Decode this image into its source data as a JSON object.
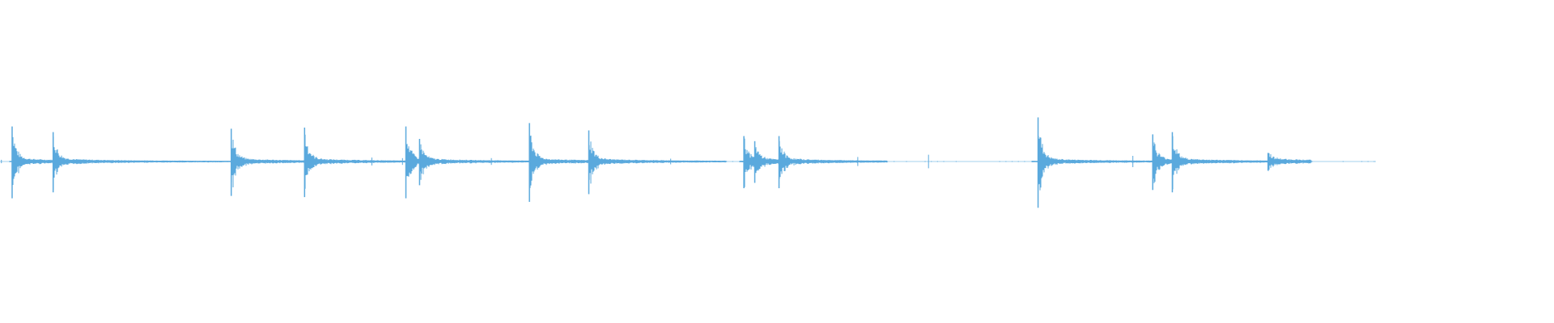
{
  "colors": {
    "background": "#ffffff",
    "wave": "#5aa9dd"
  },
  "waveform": {
    "amplitude_range": [
      -1,
      1
    ],
    "duration_fraction_end": 0.885,
    "transients": [
      {
        "t": 0.0078,
        "amp": 0.62
      },
      {
        "t": 0.0342,
        "amp": 0.52
      },
      {
        "t": 0.1488,
        "amp": 0.58
      },
      {
        "t": 0.196,
        "amp": 0.6
      },
      {
        "t": 0.2612,
        "amp": 0.62
      },
      {
        "t": 0.27,
        "amp": 0.4
      },
      {
        "t": 0.3407,
        "amp": 0.68
      },
      {
        "t": 0.3789,
        "amp": 0.55
      },
      {
        "t": 0.4787,
        "amp": 0.45
      },
      {
        "t": 0.4857,
        "amp": 0.36
      },
      {
        "t": 0.5013,
        "amp": 0.45
      },
      {
        "t": 0.668,
        "amp": 0.78
      },
      {
        "t": 0.7418,
        "amp": 0.48
      },
      {
        "t": 0.7544,
        "amp": 0.52
      },
      {
        "t": 0.816,
        "amp": 0.15
      }
    ],
    "minor_blips": [
      {
        "t": 0.0009,
        "amp": 0.03
      },
      {
        "t": 0.2393,
        "amp": 0.07
      },
      {
        "t": 0.259,
        "amp": 0.06
      },
      {
        "t": 0.3162,
        "amp": 0.06
      },
      {
        "t": 0.4316,
        "amp": 0.05
      },
      {
        "t": 0.515,
        "amp": 0.05
      },
      {
        "t": 0.552,
        "amp": 0.08
      },
      {
        "t": 0.5975,
        "amp": 0.12
      },
      {
        "t": 0.729,
        "amp": 0.1
      }
    ],
    "gaps": [
      [
        0.4672,
        0.476
      ],
      [
        0.571,
        0.664
      ],
      [
        0.844,
        0.885
      ]
    ]
  }
}
